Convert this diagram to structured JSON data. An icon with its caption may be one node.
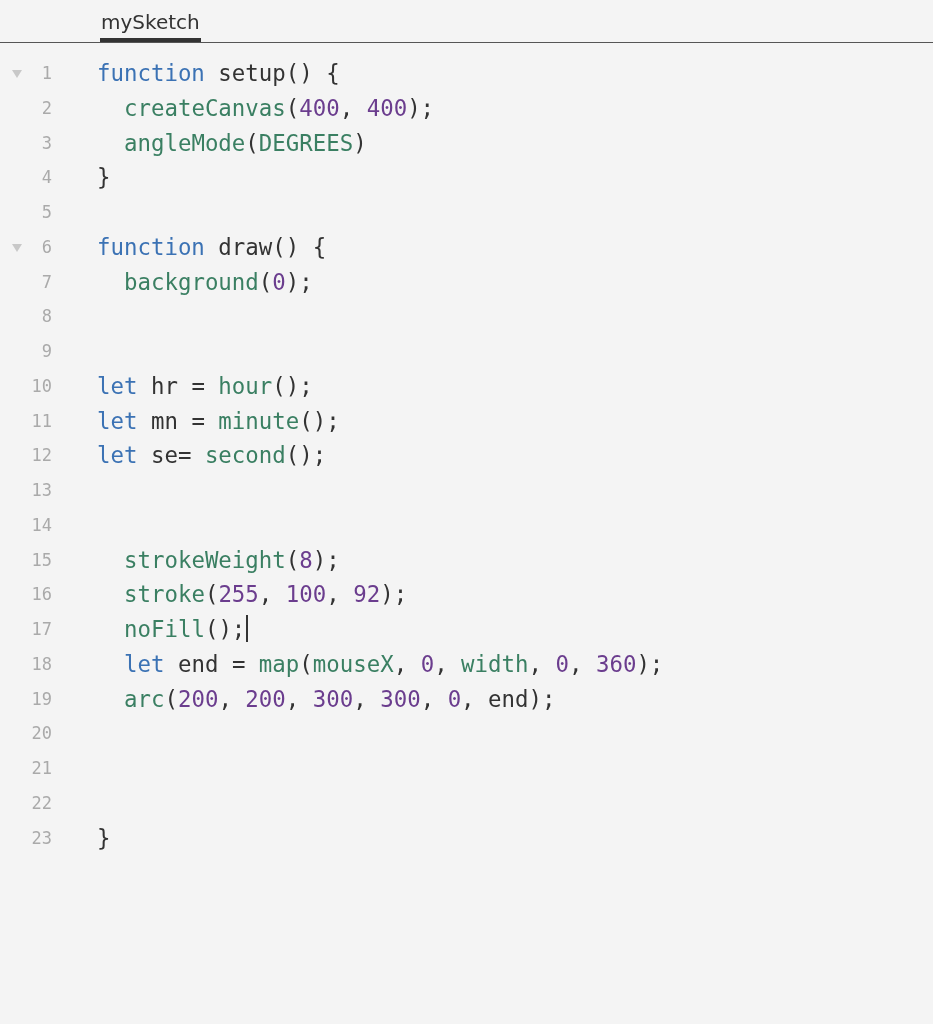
{
  "diagram": {
    "labels": [
      "mySketch",
      "1",
      "function setup() {",
      "2",
      "createCanvas(400, 400);",
      "3",
      "angleMode(DEGREES)",
      "4",
      "}",
      "5",
      "6",
      "function draw() {",
      "7",
      "background(0);",
      "8",
      "9",
      "10",
      "let hr = hour();",
      "11",
      "let mn = minute();",
      "12",
      "let se= second();",
      "13",
      "14",
      "15",
      "strokeWeight(8);",
      "16",
      "stroke(255, 100, 92);",
      "17",
      "noFill();",
      "18",
      "let end = map(mouseX, 0, width, 0, 360);",
      "19",
      "arc(200, 200, 300, 300, 0, end);",
      "20",
      "21",
      "22",
      "23",
      "}"
    ]
  }
}
